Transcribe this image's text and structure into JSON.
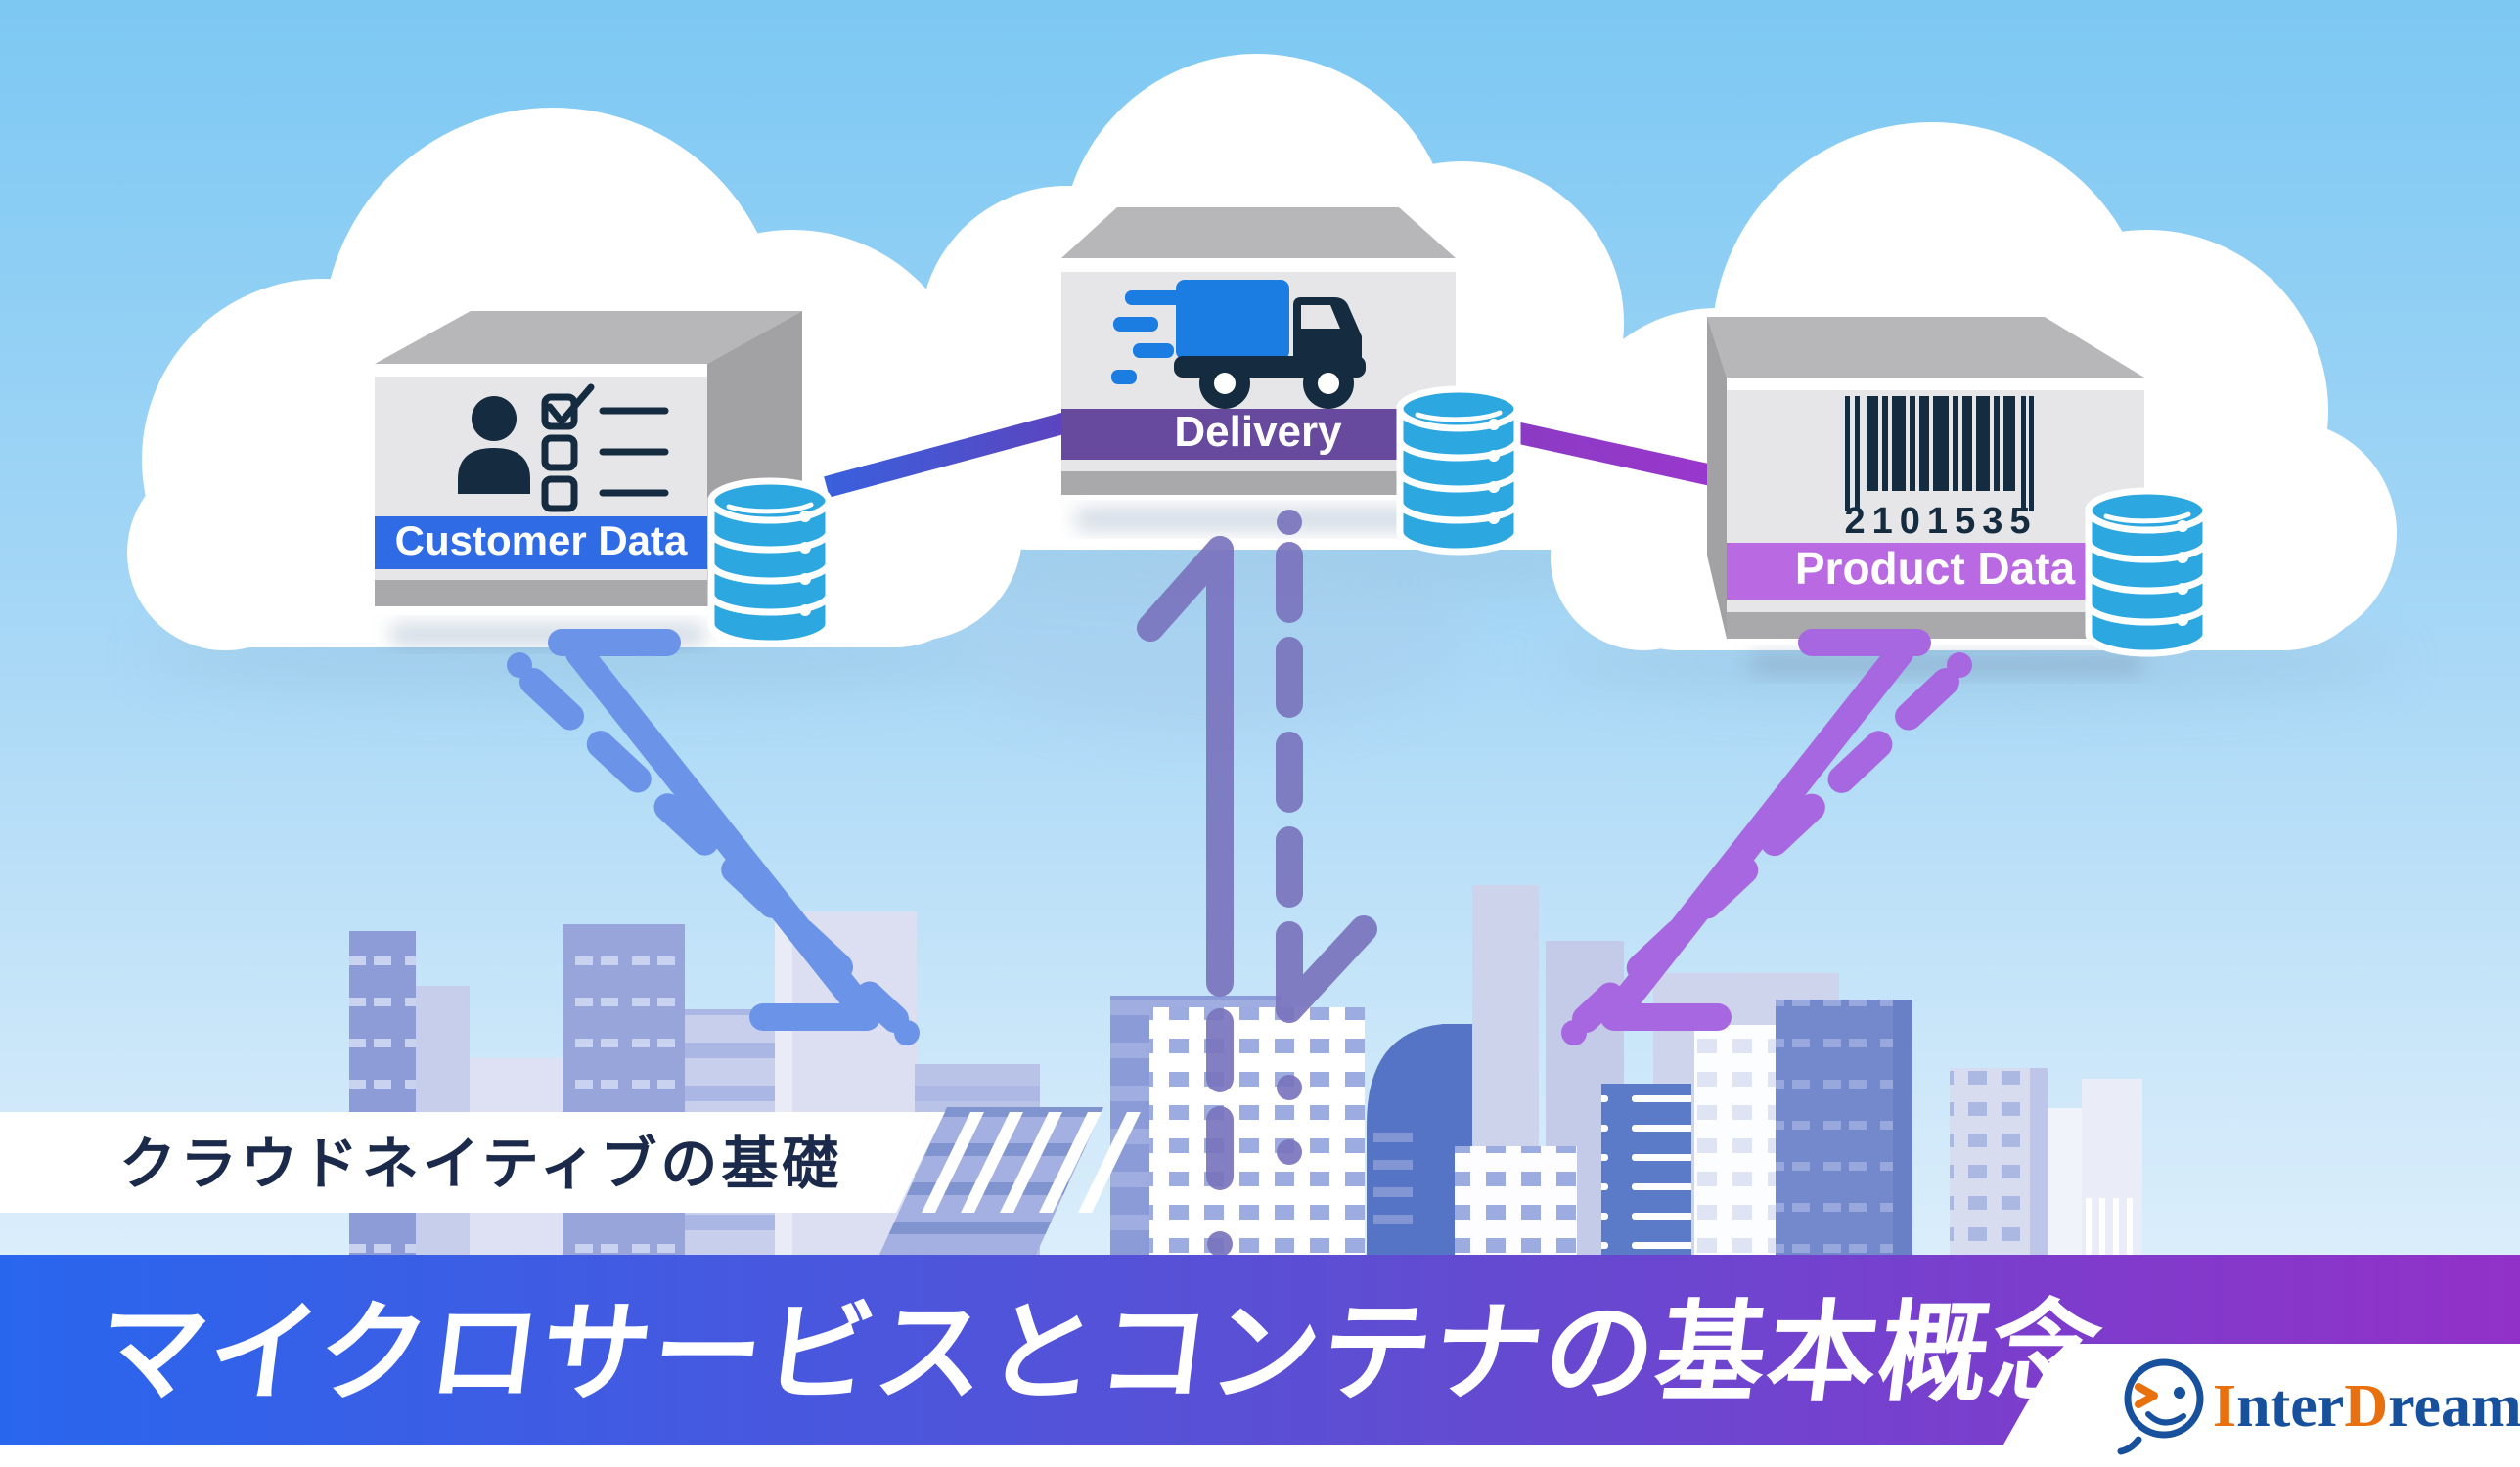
{
  "colors": {
    "sky_top": "#7cc8f3",
    "sky_bottom": "#e8f4fd",
    "bar_gradient_left": "#2966ee",
    "bar_gradient_right": "#9231c8",
    "database": "#2da7e0",
    "arrow_blue": "#6b94e9",
    "arrow_mid_purple": "#7a74bd",
    "arrow_violet": "#a767e1",
    "icon_navy": "#142b40",
    "connector_blue_start": "#3a60dd",
    "connector_blue_end": "#5c44bf",
    "connector_purple_start": "#8a3bc3",
    "connector_purple_end": "#9d36cf"
  },
  "clouds": {
    "services": [
      {
        "label": "Customer Data",
        "banner_color": "#2e6be5",
        "icon": "person-checklist-icon"
      },
      {
        "label": "Delivery",
        "banner_color": "#67499e",
        "icon": "delivery-truck-icon"
      },
      {
        "label": "Product Data",
        "banner_color": "#b969e2",
        "icon": "barcode-icon",
        "barcode_number": "2101535"
      }
    ]
  },
  "subtitle_banner": {
    "text": "クラウドネイティブの基礎",
    "text_color": "#1b2a4a",
    "bg": "#ffffff"
  },
  "title_bar": {
    "text": "マイクロサービスとコンテナの基本概念",
    "text_color": "#ffffff"
  },
  "brand": {
    "name": "InterDream",
    "icon": "winking-smiley-icon",
    "parts": [
      {
        "text": "I",
        "color": "#e8700f"
      },
      {
        "text": "nter",
        "color": "#17509c"
      },
      {
        "text": "D",
        "color": "#e8700f"
      },
      {
        "text": "ream",
        "color": "#17509c"
      }
    ]
  }
}
